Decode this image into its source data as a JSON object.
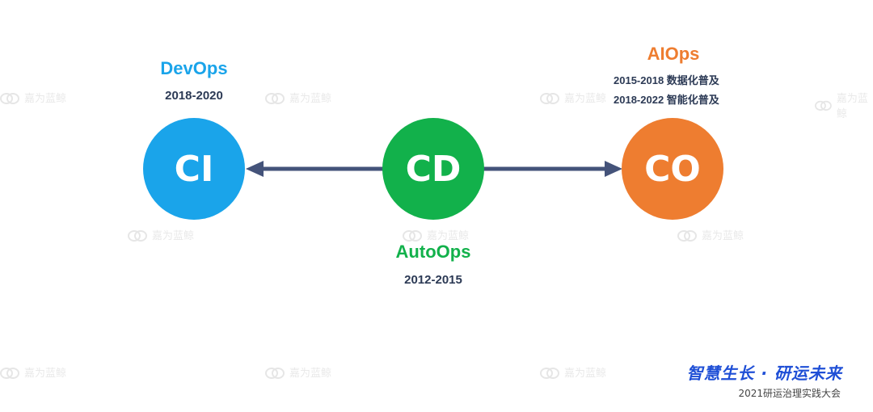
{
  "watermark": {
    "text": "嘉为蓝鲸",
    "icon": "cloud-logo-icon"
  },
  "nodes": {
    "ci": {
      "label": "CI",
      "color": "#1aa4ea"
    },
    "cd": {
      "label": "CD",
      "color": "#12b14b"
    },
    "co": {
      "label": "CO",
      "color": "#ee7d30"
    }
  },
  "phases": {
    "devops": {
      "title": "DevOps",
      "years": "2018-2020",
      "color": "#1aa4ea"
    },
    "autoops": {
      "title": "AutoOps",
      "years": "2012-2015",
      "color": "#12b14b"
    },
    "aiops": {
      "title": "AIOps",
      "color": "#ee7d30",
      "details": [
        "2015-2018  数据化普及",
        "2018-2022  智能化普及"
      ]
    }
  },
  "arrow_color": "#44537a",
  "footer": {
    "slogan": "智慧生长 · 研运未来",
    "conference": "2021研运治理实践大会"
  }
}
